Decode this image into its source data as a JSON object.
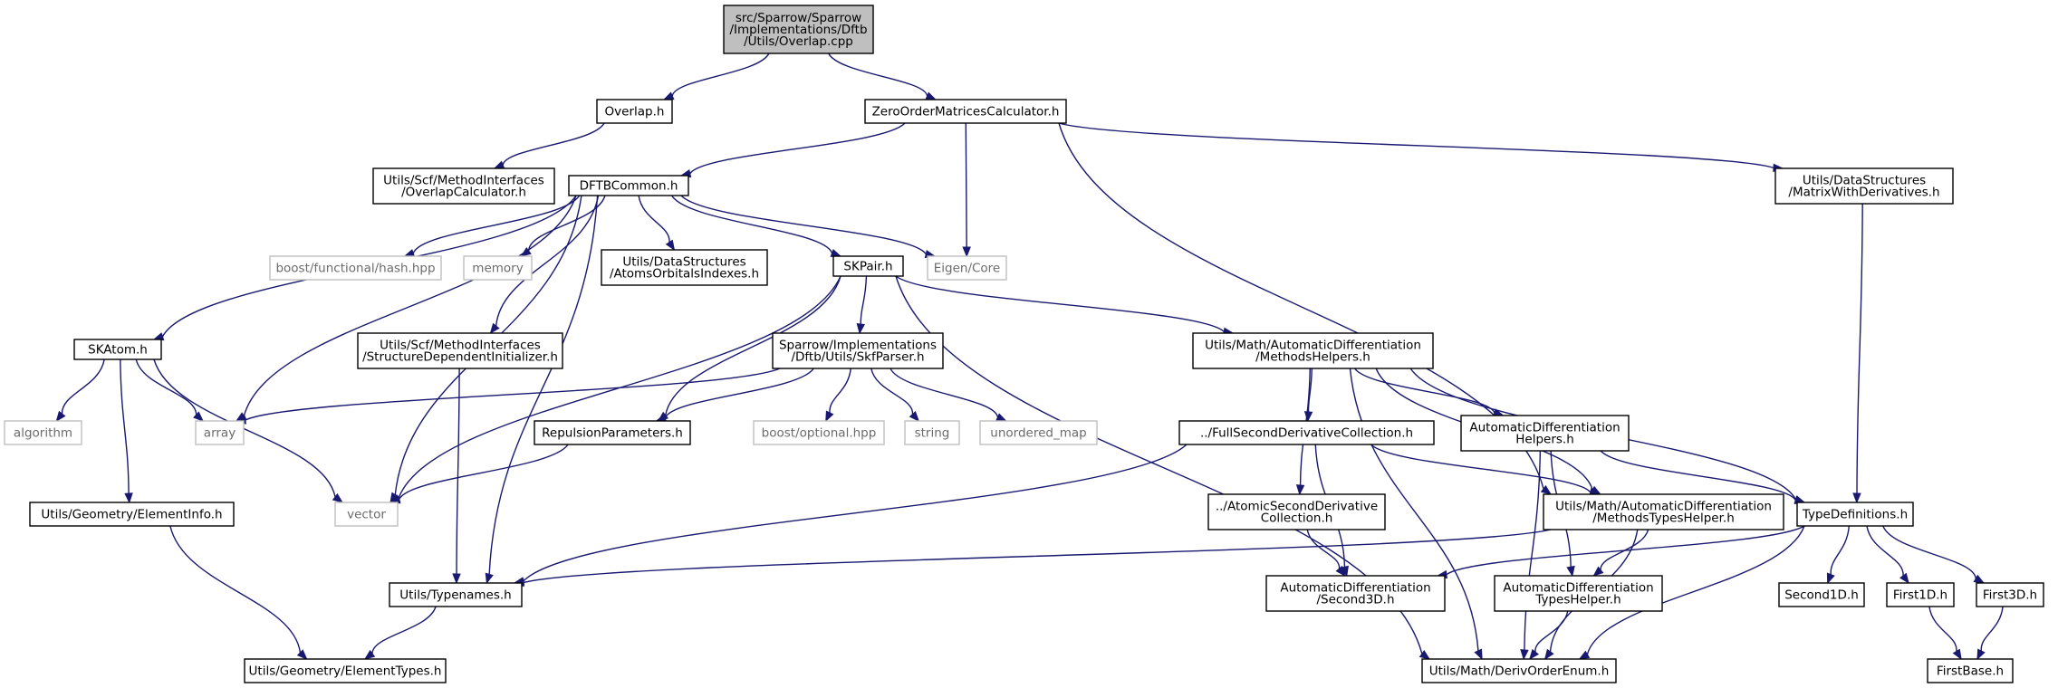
{
  "colors": {
    "edge": "#191970",
    "root_fill": "#bfbfbf",
    "external_border": "#bfbfbf",
    "node_border": "#000000",
    "external_text": "#6b6b6b"
  },
  "nodes": [
    {
      "id": "root",
      "lines": [
        "src/Sparrow/Sparrow",
        "/Implementations/Dftb",
        "/Utils/Overlap.cpp"
      ],
      "kind": "root"
    },
    {
      "id": "overlap_h",
      "lines": [
        "Overlap.h"
      ],
      "kind": "file"
    },
    {
      "id": "zomc",
      "lines": [
        "ZeroOrderMatricesCalculator.h"
      ],
      "kind": "file"
    },
    {
      "id": "overlapcalc",
      "lines": [
        "Utils/Scf/MethodInterfaces",
        "/OverlapCalculator.h"
      ],
      "kind": "file"
    },
    {
      "id": "dftbcommon",
      "lines": [
        "DFTBCommon.h"
      ],
      "kind": "file"
    },
    {
      "id": "matrixwd",
      "lines": [
        "Utils/DataStructures",
        "/MatrixWithDerivatives.h"
      ],
      "kind": "file"
    },
    {
      "id": "boosthash",
      "lines": [
        "boost/functional/hash.hpp"
      ],
      "kind": "external"
    },
    {
      "id": "memory",
      "lines": [
        "memory"
      ],
      "kind": "external"
    },
    {
      "id": "atomsorb",
      "lines": [
        "Utils/DataStructures",
        "/AtomsOrbitalsIndexes.h"
      ],
      "kind": "file"
    },
    {
      "id": "skpair",
      "lines": [
        "SKPair.h"
      ],
      "kind": "file"
    },
    {
      "id": "eigen",
      "lines": [
        "Eigen/Core"
      ],
      "kind": "external"
    },
    {
      "id": "skatom",
      "lines": [
        "SKAtom.h"
      ],
      "kind": "file"
    },
    {
      "id": "structdep",
      "lines": [
        "Utils/Scf/MethodInterfaces",
        "/StructureDependentInitializer.h"
      ],
      "kind": "file"
    },
    {
      "id": "skfparser",
      "lines": [
        "Sparrow/Implementations",
        "/Dftb/Utils/SkfParser.h"
      ],
      "kind": "file"
    },
    {
      "id": "methodshelpers",
      "lines": [
        "Utils/Math/AutomaticDifferentiation",
        "/MethodsHelpers.h"
      ],
      "kind": "file"
    },
    {
      "id": "algorithm",
      "lines": [
        "algorithm"
      ],
      "kind": "external"
    },
    {
      "id": "array",
      "lines": [
        "array"
      ],
      "kind": "external"
    },
    {
      "id": "repulsion",
      "lines": [
        "RepulsionParameters.h"
      ],
      "kind": "file"
    },
    {
      "id": "boostopt",
      "lines": [
        "boost/optional.hpp"
      ],
      "kind": "external"
    },
    {
      "id": "string",
      "lines": [
        "string"
      ],
      "kind": "external"
    },
    {
      "id": "unordered",
      "lines": [
        "unordered_map"
      ],
      "kind": "external"
    },
    {
      "id": "fullsecond",
      "lines": [
        "../FullSecondDerivativeCollection.h"
      ],
      "kind": "file"
    },
    {
      "id": "adhelpers",
      "lines": [
        "AutomaticDifferentiation",
        "Helpers.h"
      ],
      "kind": "file"
    },
    {
      "id": "elementinfo",
      "lines": [
        "Utils/Geometry/ElementInfo.h"
      ],
      "kind": "file"
    },
    {
      "id": "vector",
      "lines": [
        "vector"
      ],
      "kind": "external"
    },
    {
      "id": "atomicsecond",
      "lines": [
        "../AtomicSecondDerivative",
        "Collection.h"
      ],
      "kind": "file"
    },
    {
      "id": "methodstypes",
      "lines": [
        "Utils/Math/AutomaticDifferentiation",
        "/MethodsTypesHelper.h"
      ],
      "kind": "file"
    },
    {
      "id": "typedefs",
      "lines": [
        "TypeDefinitions.h"
      ],
      "kind": "file"
    },
    {
      "id": "typenames",
      "lines": [
        "Utils/Typenames.h"
      ],
      "kind": "file"
    },
    {
      "id": "second3d",
      "lines": [
        "AutomaticDifferentiation",
        "/Second3D.h"
      ],
      "kind": "file"
    },
    {
      "id": "adtypes",
      "lines": [
        "AutomaticDifferentiation",
        "TypesHelper.h"
      ],
      "kind": "file"
    },
    {
      "id": "second1d",
      "lines": [
        "Second1D.h"
      ],
      "kind": "file"
    },
    {
      "id": "first1d",
      "lines": [
        "First1D.h"
      ],
      "kind": "file"
    },
    {
      "id": "first3d",
      "lines": [
        "First3D.h"
      ],
      "kind": "file"
    },
    {
      "id": "elementtypes",
      "lines": [
        "Utils/Geometry/ElementTypes.h"
      ],
      "kind": "file"
    },
    {
      "id": "derivorder",
      "lines": [
        "Utils/Math/DerivOrderEnum.h"
      ],
      "kind": "file"
    },
    {
      "id": "firstbase",
      "lines": [
        "FirstBase.h"
      ],
      "kind": "file"
    }
  ],
  "edges": [
    [
      "root",
      "overlap_h"
    ],
    [
      "root",
      "zomc"
    ],
    [
      "overlap_h",
      "overlapcalc"
    ],
    [
      "zomc",
      "dftbcommon"
    ],
    [
      "zomc",
      "eigen"
    ],
    [
      "zomc",
      "methodstypes"
    ],
    [
      "zomc",
      "matrixwd"
    ],
    [
      "matrixwd",
      "typedefs"
    ],
    [
      "dftbcommon",
      "skatom"
    ],
    [
      "dftbcommon",
      "array"
    ],
    [
      "dftbcommon",
      "vector"
    ],
    [
      "dftbcommon",
      "typenames"
    ],
    [
      "dftbcommon",
      "boosthash"
    ],
    [
      "dftbcommon",
      "memory"
    ],
    [
      "dftbcommon",
      "atomsorb"
    ],
    [
      "dftbcommon",
      "structdep"
    ],
    [
      "dftbcommon",
      "skpair"
    ],
    [
      "dftbcommon",
      "eigen"
    ],
    [
      "skpair",
      "skfparser"
    ],
    [
      "skpair",
      "repulsion"
    ],
    [
      "skpair",
      "vector"
    ],
    [
      "skpair",
      "derivorder"
    ],
    [
      "skpair",
      "methodshelpers"
    ],
    [
      "skatom",
      "algorithm"
    ],
    [
      "skatom",
      "array"
    ],
    [
      "skatom",
      "vector"
    ],
    [
      "skatom",
      "elementinfo"
    ],
    [
      "structdep",
      "typenames"
    ],
    [
      "skfparser",
      "array"
    ],
    [
      "skfparser",
      "repulsion"
    ],
    [
      "skfparser",
      "boostopt"
    ],
    [
      "skfparser",
      "string"
    ],
    [
      "skfparser",
      "unordered"
    ],
    [
      "repulsion",
      "vector"
    ],
    [
      "methodshelpers",
      "fullsecond"
    ],
    [
      "methodshelpers",
      "atomicsecond"
    ],
    [
      "methodshelpers",
      "adhelpers"
    ],
    [
      "methodshelpers",
      "methodstypes"
    ],
    [
      "methodshelpers",
      "typedefs"
    ],
    [
      "methodshelpers",
      "derivorder"
    ],
    [
      "fullsecond",
      "typenames"
    ],
    [
      "fullsecond",
      "methodstypes"
    ],
    [
      "fullsecond",
      "second3d"
    ],
    [
      "adhelpers",
      "typedefs"
    ],
    [
      "adhelpers",
      "adtypes"
    ],
    [
      "adhelpers",
      "derivorder"
    ],
    [
      "atomicsecond",
      "second3d"
    ],
    [
      "methodstypes",
      "typenames"
    ],
    [
      "methodstypes",
      "adtypes"
    ],
    [
      "methodstypes",
      "derivorder"
    ],
    [
      "typedefs",
      "second3d"
    ],
    [
      "typedefs",
      "second1d"
    ],
    [
      "typedefs",
      "first1d"
    ],
    [
      "typedefs",
      "first3d"
    ],
    [
      "typedefs",
      "derivorder"
    ],
    [
      "typenames",
      "elementtypes"
    ],
    [
      "elementinfo",
      "elementtypes"
    ],
    [
      "adtypes",
      "derivorder"
    ],
    [
      "first1d",
      "firstbase"
    ],
    [
      "first3d",
      "firstbase"
    ]
  ]
}
